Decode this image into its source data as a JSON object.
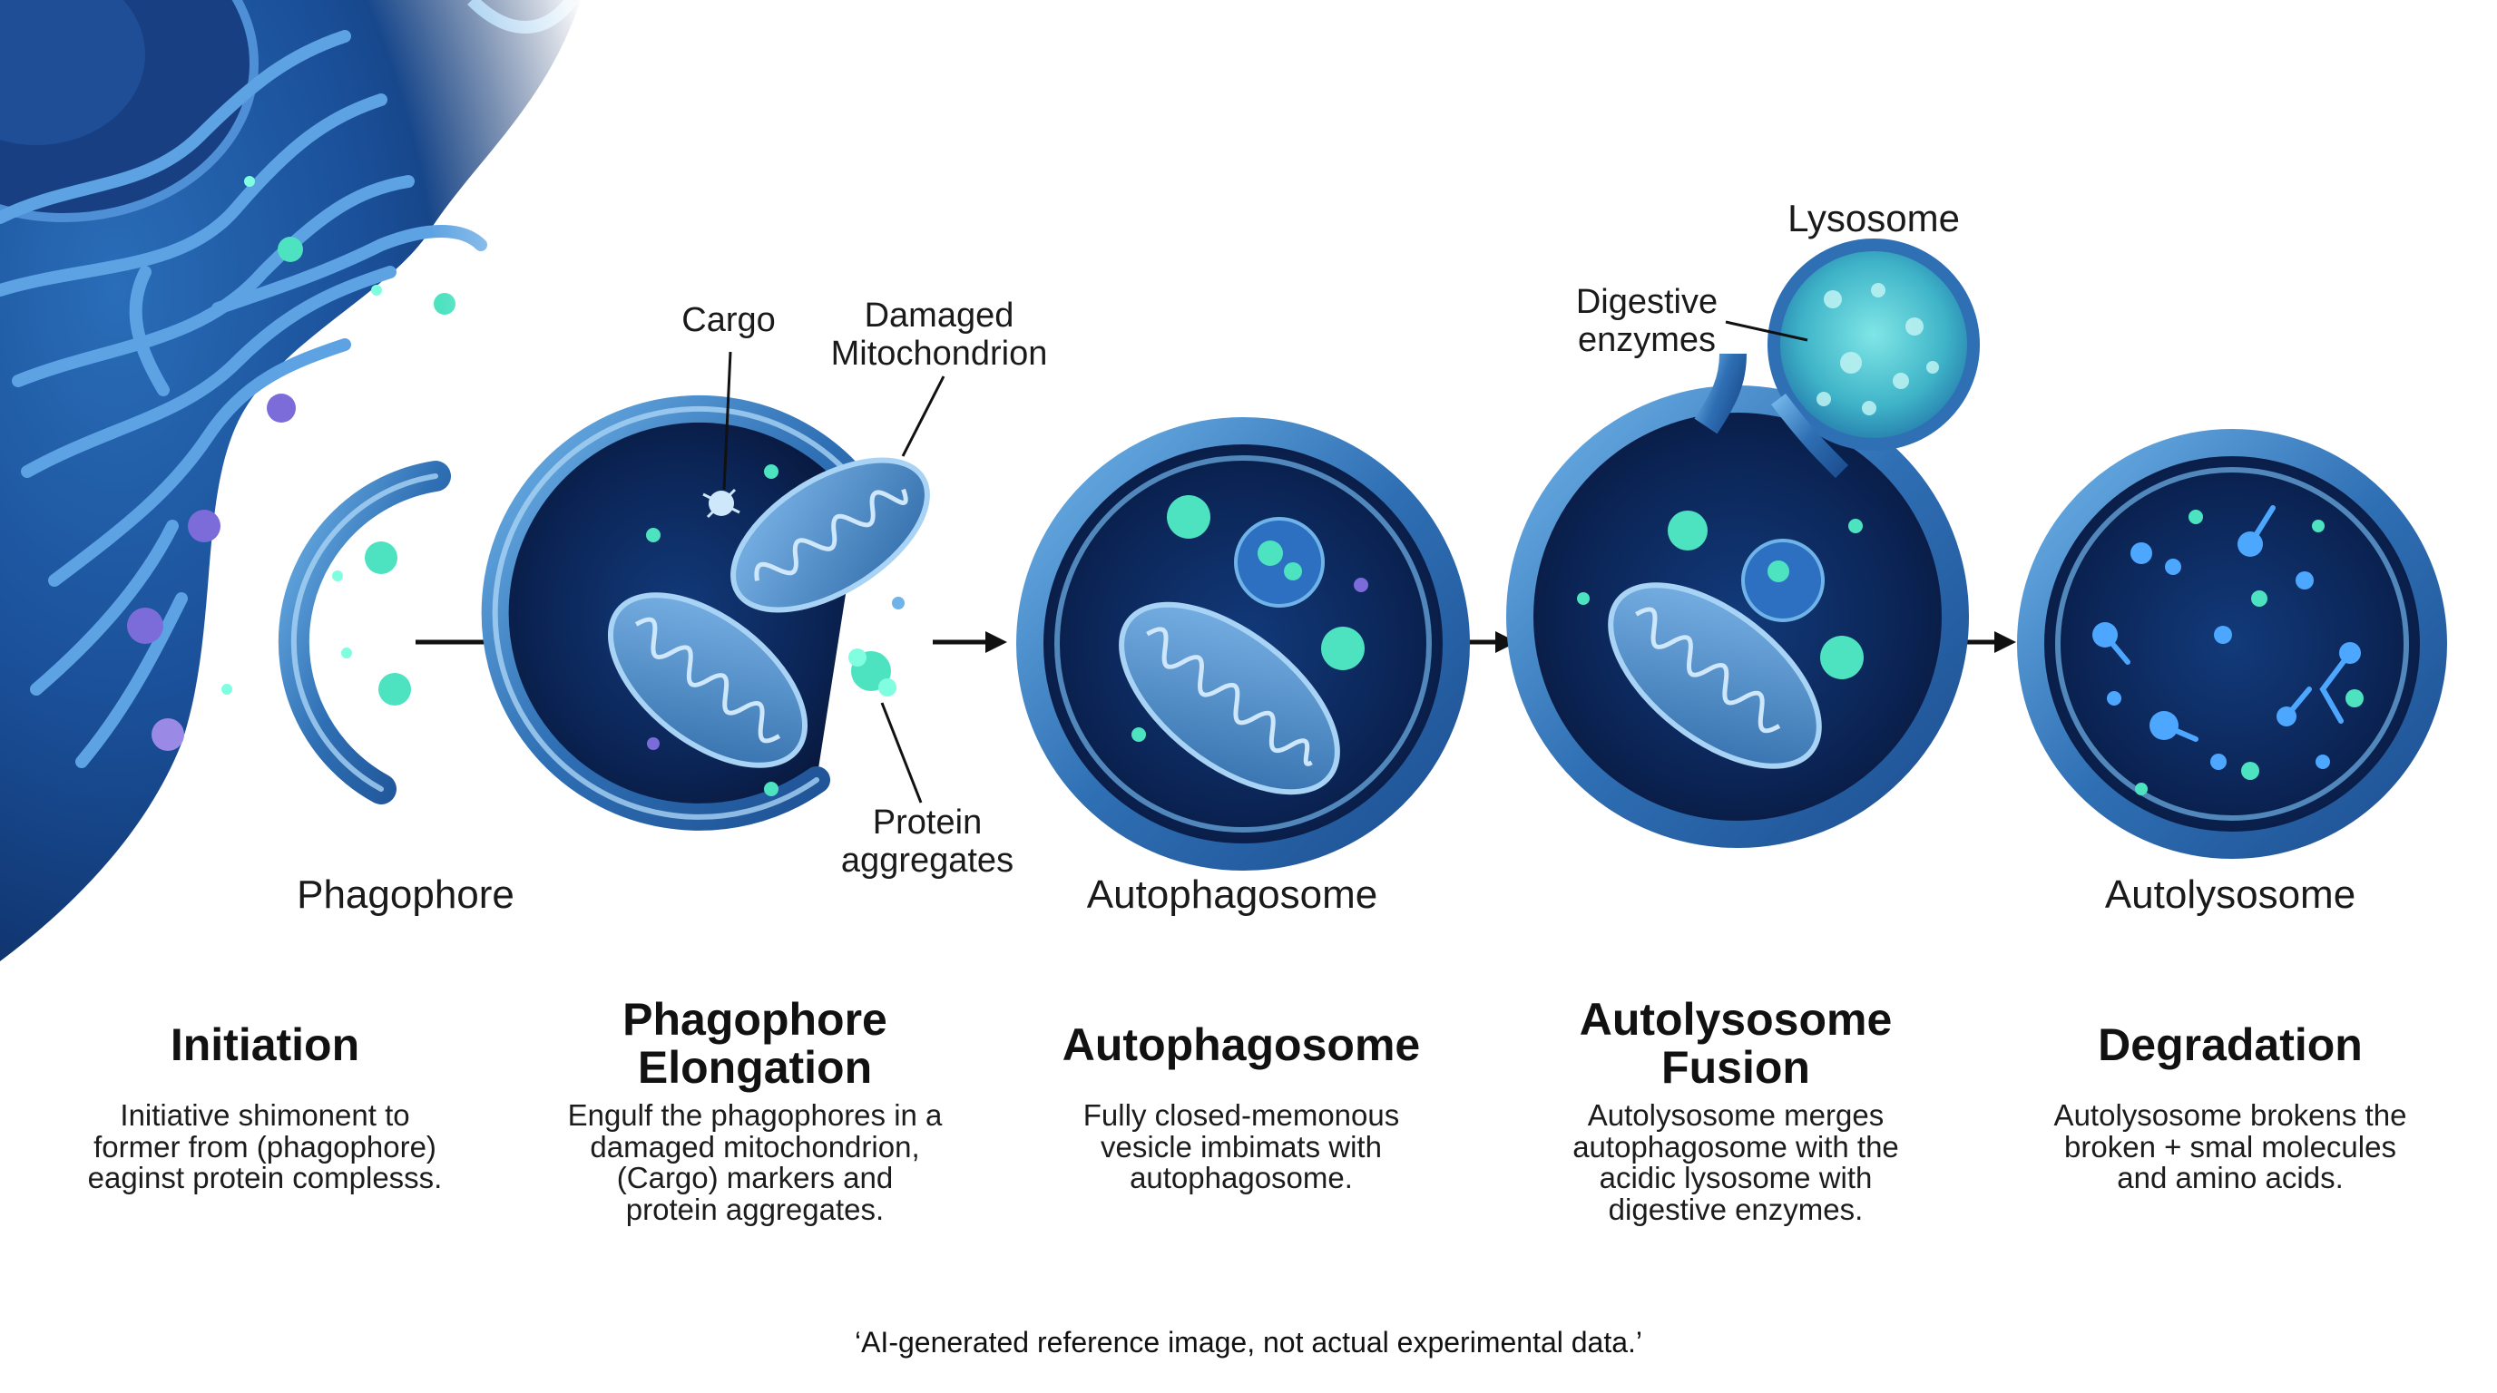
{
  "stages": [
    {
      "id": "initiation",
      "illustration_label": "Phagophore",
      "title_lines": [
        "Initiation"
      ],
      "description_lines": [
        "Initiative shimonent to",
        "former from (phagophore)",
        "eaginst protein complesss."
      ]
    },
    {
      "id": "elongation",
      "illustration_label": "",
      "title_lines": [
        "Phagophore",
        "Elongation"
      ],
      "description_lines": [
        "Engulf the phagophores in a",
        "damaged mitochondrion,",
        "(Cargo) markers and",
        "protein aggregates."
      ]
    },
    {
      "id": "autophagosome",
      "illustration_label": "Autophagosome",
      "title_lines": [
        "Autophagosome"
      ],
      "description_lines": [
        "Fully closed-memonous",
        "vesicle imbimats with",
        "autophagosome."
      ]
    },
    {
      "id": "fusion",
      "illustration_label": "",
      "title_lines": [
        "Autolysosome",
        "Fusion"
      ],
      "description_lines": [
        "Autolysosome merges",
        "autophagosome with the",
        "acidic lysosome with",
        "digestive enzymes."
      ]
    },
    {
      "id": "degradation",
      "illustration_label": "Autolysosome",
      "title_lines": [
        "Degradation"
      ],
      "description_lines": [
        "Autolysosome brokens the",
        "broken + smal molecules",
        "and amino acids."
      ]
    }
  ],
  "callouts": {
    "cargo": "Cargo",
    "damaged_mito_lines": [
      "Damaged",
      "Mitochondrion"
    ],
    "protein_aggregates_lines": [
      "Protein",
      "aggregates"
    ],
    "lysosome": "Lysosome",
    "digestive_enzymes_lines": [
      "Digestive",
      "enzymes"
    ]
  },
  "disclaimer": "‘AI-generated reference image, not actual experimental data.’",
  "colors": {
    "membrane": "#2f6fb4",
    "membrane_light": "#6fb3e8",
    "lumen": "#0b1f4a",
    "particle": "#4de2c0",
    "accent_violet": "#7b6cd9",
    "text": "#111111"
  }
}
